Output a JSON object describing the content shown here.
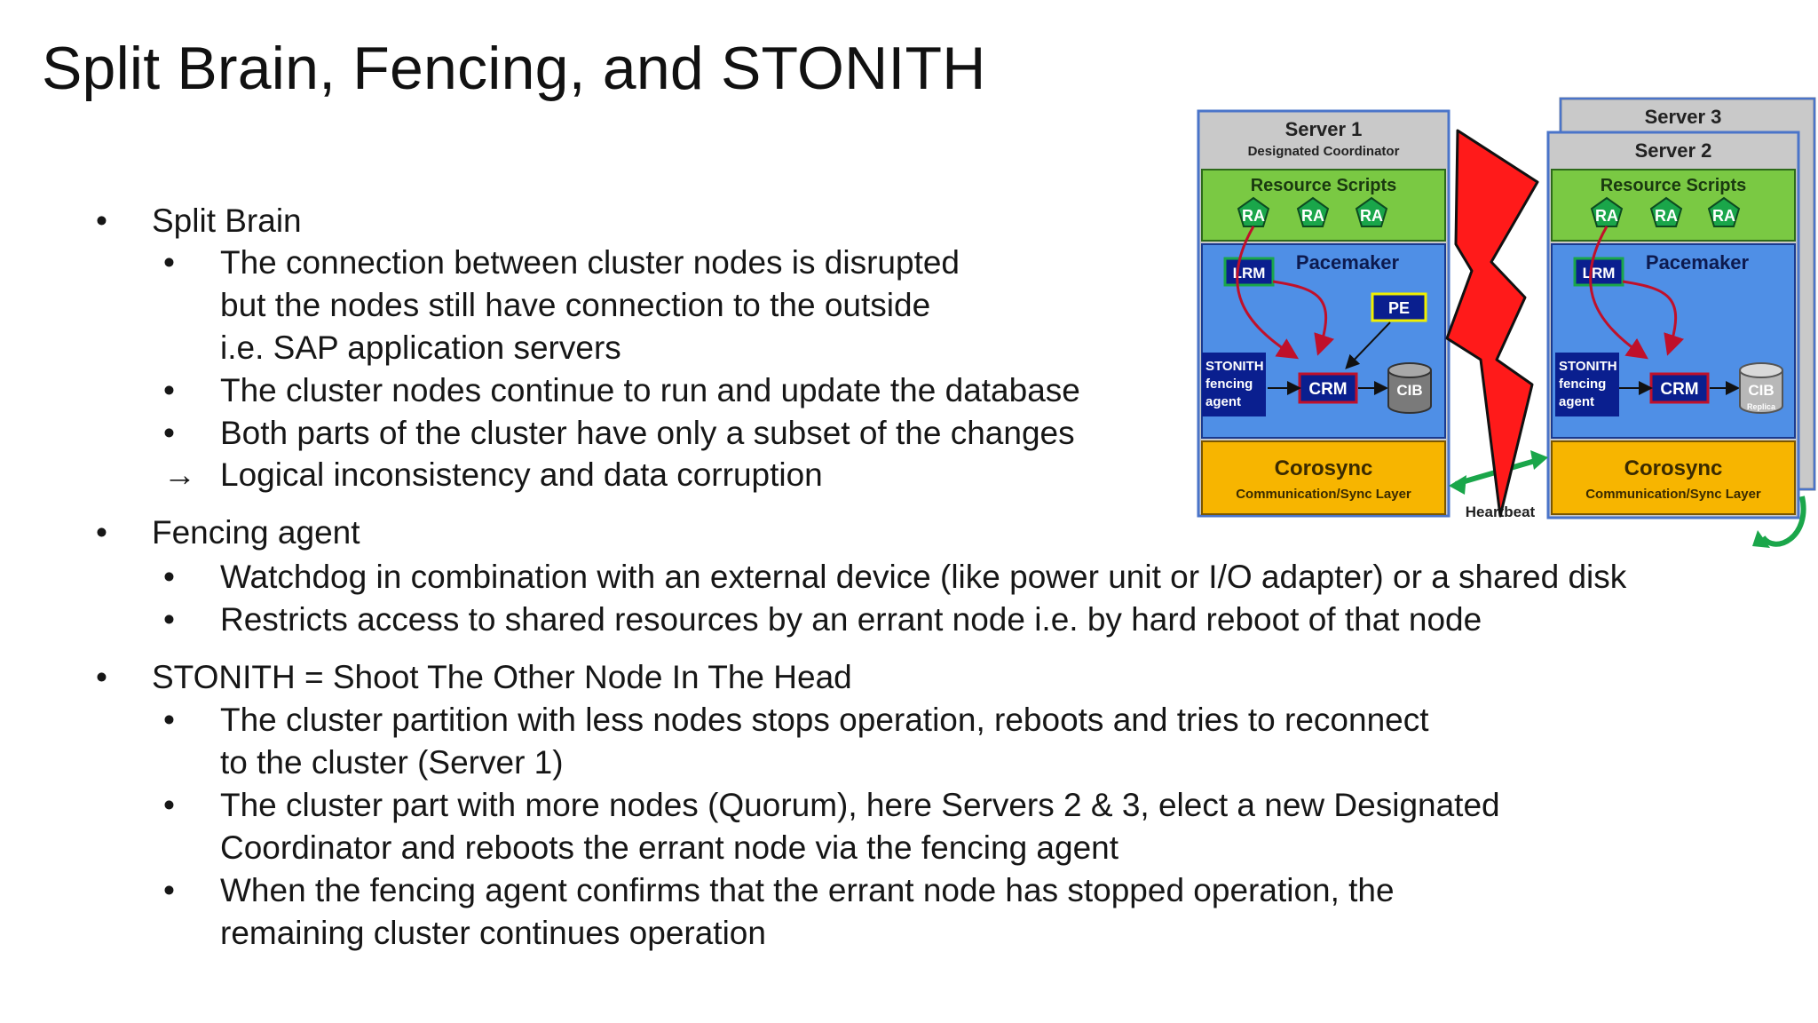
{
  "slide": {
    "title": "Split Brain, Fencing, and STONITH"
  },
  "sections": [
    {
      "heading": "Split Brain",
      "items": [
        {
          "marker": "•",
          "lines": [
            "The connection between cluster nodes is disrupted",
            "but the nodes still have connection to the outside",
            "i.e. SAP application servers"
          ]
        },
        {
          "marker": "•",
          "lines": [
            "The cluster nodes continue to run and update the database"
          ]
        },
        {
          "marker": "•",
          "lines": [
            "Both parts of the cluster have only a subset of the changes"
          ]
        },
        {
          "marker": "→",
          "lines": [
            "Logical inconsistency and data corruption"
          ]
        }
      ]
    },
    {
      "heading": "Fencing agent",
      "items": [
        {
          "marker": "•",
          "lines": [
            "Watchdog in combination with an external device (like power unit or I/O adapter) or a shared disk"
          ]
        },
        {
          "marker": "•",
          "lines": [
            "Restricts access to shared resources by an errant node i.e. by hard reboot of that node"
          ]
        }
      ]
    },
    {
      "heading": "STONITH = Shoot The Other Node In The Head",
      "items": [
        {
          "marker": "•",
          "lines": [
            "The cluster partition with less nodes stops operation, reboots and tries to reconnect",
            "to the cluster (Server 1)"
          ]
        },
        {
          "marker": "•",
          "lines": [
            "The cluster part with more nodes (Quorum), here Servers 2 & 3, elect a new Designated",
            "Coordinator and reboots the errant node via the fencing agent"
          ]
        },
        {
          "marker": "•",
          "lines": [
            "When the fencing agent confirms that the errant node has stopped operation, the",
            "remaining cluster continues operation"
          ]
        }
      ]
    }
  ],
  "diagram": {
    "server1": {
      "name": "Server 1",
      "role": "Designated Coordinator"
    },
    "server2": {
      "name": "Server 2"
    },
    "server3": {
      "name": "Server 3"
    },
    "resource_scripts": "Resource Scripts",
    "ra": "RA",
    "lrm": "LRM",
    "pacemaker": "Pacemaker",
    "pe": "PE",
    "stonith": [
      "STONITH",
      "fencing",
      "agent"
    ],
    "crm": "CRM",
    "cib": "CIB",
    "cib_replica": "Replica",
    "corosync": "Corosync",
    "corosync_sub": "Communication/Sync Layer",
    "heartbeat": "Heartbeat",
    "colors": {
      "panel": "#c9c9c9",
      "resource": "#7ac943",
      "pacemaker": "#4f8fe6",
      "corosync": "#f7b500",
      "lightning": "#ff1a1a",
      "heartbeat": "#1aa64a",
      "crm": "#0a1f8f"
    }
  }
}
